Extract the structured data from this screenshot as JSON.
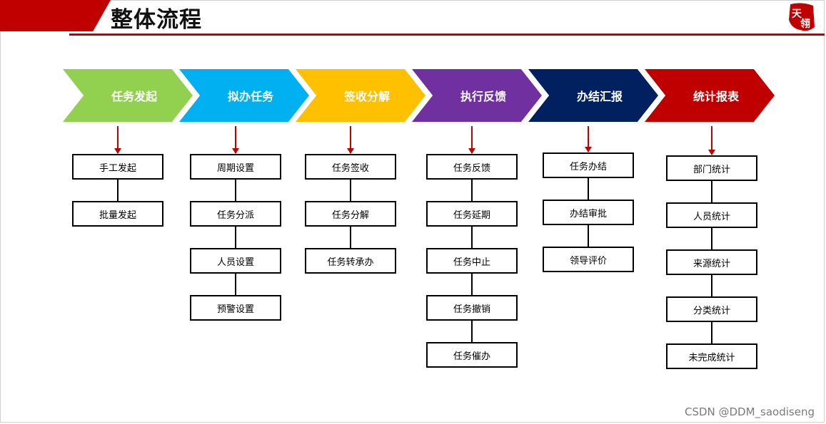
{
  "header": {
    "title": "整体流程",
    "logo_text": "天翎",
    "accent_color": "#c00000"
  },
  "stages": [
    {
      "label": "任务发起",
      "color": "#92d050",
      "steps": [
        "手工发起",
        "批量发起"
      ]
    },
    {
      "label": "拟办任务",
      "color": "#00b0f0",
      "steps": [
        "周期设置",
        "任务分派",
        "人员设置",
        "预警设置"
      ]
    },
    {
      "label": "签收分解",
      "color": "#ffc000",
      "steps": [
        "任务签收",
        "任务分解",
        "任务转承办"
      ]
    },
    {
      "label": "执行反馈",
      "color": "#7030a0",
      "steps": [
        "任务反馈",
        "任务延期",
        "任务中止",
        "任务撤销",
        "任务催办"
      ]
    },
    {
      "label": "办结汇报",
      "color": "#002060",
      "steps": [
        "任务办结",
        "办结审批",
        "领导评价"
      ]
    },
    {
      "label": "统计报表",
      "color": "#c00000",
      "steps": [
        "部门统计",
        "人员统计",
        "来源统计",
        "分类统计",
        "未完成统计"
      ]
    }
  ],
  "watermark": "CSDN @DDM_saodiseng"
}
